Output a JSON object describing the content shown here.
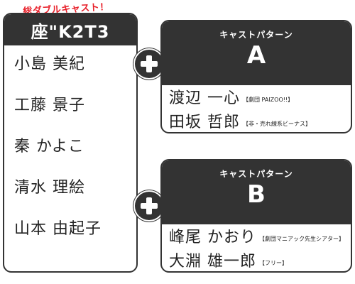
{
  "tagline": "総ダブルキャスト！",
  "troupe": "座\"K2T3",
  "left_cast": [
    "小島 美紀",
    "工藤 景子",
    "秦 かよこ",
    "清水 理絵",
    "山本 由起子"
  ],
  "patterns": [
    {
      "subtitle": "キャストパターン",
      "letter": "A",
      "members": [
        {
          "name": "渡辺 一心",
          "affiliation": "【劇団 PAIZOO!!】"
        },
        {
          "name": "田坂 哲郎",
          "affiliation": "【非・売れ線系ビーナス】"
        }
      ]
    },
    {
      "subtitle": "キャストパターン",
      "letter": "B",
      "members": [
        {
          "name": "峰尾 かおり",
          "affiliation": "【劇団マニアック先生シアター】"
        },
        {
          "name": "大淵 雄一郎",
          "affiliation": "【フリー】"
        }
      ]
    }
  ],
  "icons": {
    "plus": "plus-icon"
  },
  "colors": {
    "dark": "#333333",
    "accent": "#e8202a",
    "background": "#ffffff"
  }
}
